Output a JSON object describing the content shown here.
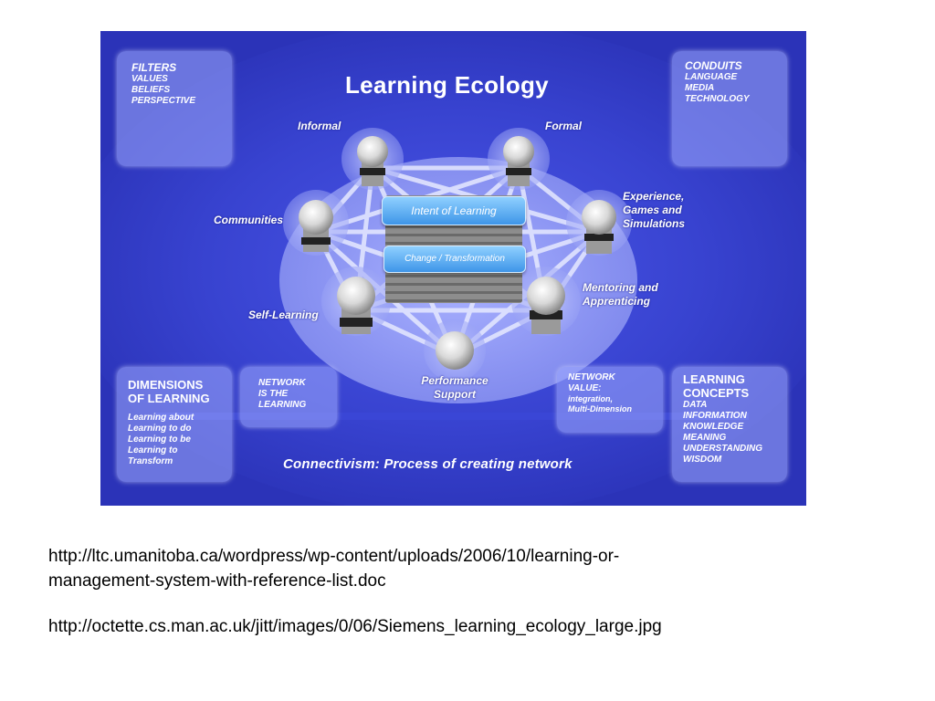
{
  "diagram": {
    "title": "Learning Ecology",
    "boxes": {
      "filters": {
        "head": "FILTERS",
        "lines": [
          "VALUES",
          "BELIEFS",
          "PERSPECTIVE"
        ]
      },
      "conduits": {
        "head": "CONDUITS",
        "lines": [
          "LANGUAGE",
          "MEDIA",
          "TECHNOLOGY"
        ]
      },
      "dimensions": {
        "head1": "DIMENSIONS",
        "head2": "OF LEARNING",
        "lines": [
          "Learning about",
          "Learning to do",
          "Learning to be",
          "Learning to",
          "Transform"
        ]
      },
      "concepts": {
        "head1": "LEARNING",
        "head2": "CONCEPTS",
        "lines": [
          "DATA",
          "INFORMATION",
          "KNOWLEDGE",
          "MEANING",
          "UNDERSTANDING",
          "WISDOM"
        ]
      },
      "network": {
        "lines": [
          "NETWORK",
          "IS THE",
          "LEARNING"
        ]
      },
      "network_value": {
        "lines": [
          "NETWORK",
          "VALUE:"
        ],
        "small_lines": [
          "integration,",
          "Multi-Dimension"
        ]
      }
    },
    "nodes": {
      "informal": "Informal",
      "formal": "Formal",
      "communities": "Communities",
      "experience": [
        "Experience,",
        "Games and",
        "Simulations"
      ],
      "self_learning": "Self-Learning",
      "mentoring": [
        "Mentoring and",
        "Apprenticing"
      ],
      "performance": [
        "Performance",
        "Support"
      ]
    },
    "center": {
      "intent": "Intent of Learning",
      "change": "Change / Transformation"
    },
    "footer": "Connectivism: Process of creating network",
    "colors": {
      "background": "#2b33b8",
      "ellipse": "#8a93f2",
      "bar": "#3e95e8",
      "box": "#a0acff"
    }
  },
  "references": {
    "ref1_line1": "http://ltc.umanitoba.ca/wordpress/wp-content/uploads/2006/10/learning-or-",
    "ref1_line2": "management-system-with-reference-list.doc",
    "ref2": "http://octette.cs.man.ac.uk/jitt/images/0/06/Siemens_learning_ecology_large.jpg"
  }
}
